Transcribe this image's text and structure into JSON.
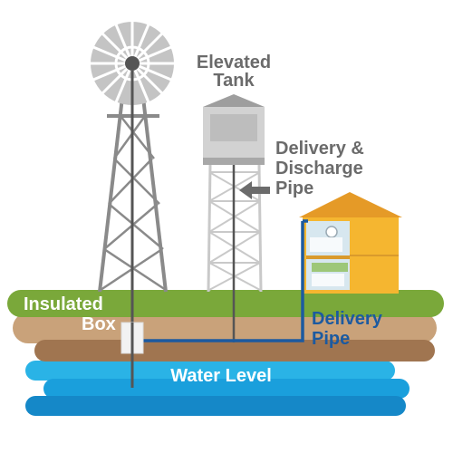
{
  "labels": {
    "elevated_tank_line1": "Elevated",
    "elevated_tank_line2": "Tank",
    "delivery_discharge_line1": "Delivery &",
    "delivery_discharge_line2": "Discharge",
    "delivery_discharge_line3": "Pipe",
    "insulated_box_line1": "Insulated",
    "insulated_box_line2": "Box",
    "delivery_pipe_line1": "Delivery",
    "delivery_pipe_line2": "Pipe",
    "water_level": "Water Level"
  },
  "colors": {
    "grass": "#7aa83a",
    "soil_light": "#c9a27a",
    "soil_dark": "#a07550",
    "water_light": "#2ab3e6",
    "water_mid": "#1a9fdc",
    "water_dark": "#1588c8",
    "pipe_blue": "#1c5aa0",
    "tower_gray": "#8a8a8a",
    "tank_gray": "#bdbdbd",
    "house_roof": "#e59a27",
    "house_wall": "#f5b630",
    "label_gray": "#6b6b6b",
    "label_blue": "#1c5aa0",
    "label_white": "#ffffff"
  },
  "icons": [
    "windmill-icon",
    "arrow-left-icon",
    "house-icon"
  ]
}
